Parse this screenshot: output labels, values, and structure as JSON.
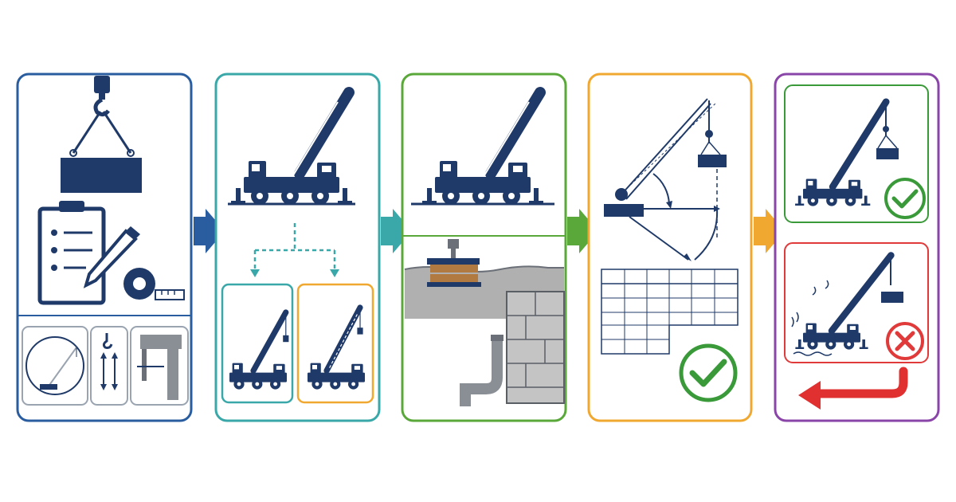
{
  "diagram": {
    "steps": [
      {
        "name": "step-plan",
        "color": "#2a5d9f",
        "icons": [
          "hook-icon",
          "load-icon",
          "clipboard-icon",
          "pencil-icon",
          "tape-measure-icon",
          "radius-diagram-icon",
          "hook-height-icon",
          "obstruction-icon"
        ]
      },
      {
        "name": "step-select-crane",
        "color": "#3aa8a8",
        "icons": [
          "crane-icon",
          "dashed-branch-arrow-icon",
          "crane-option-a-icon",
          "crane-option-b-icon"
        ]
      },
      {
        "name": "step-ground-setup",
        "color": "#5aa83a",
        "icons": [
          "crane-outriggers-icon",
          "outrigger-pad-icon",
          "ground-section-icon",
          "pipe-icon",
          "wall-icon"
        ]
      },
      {
        "name": "step-load-chart-check",
        "color": "#f0a830",
        "icons": [
          "crane-lift-geometry-icon",
          "load-chart-table-icon",
          "check-icon"
        ]
      },
      {
        "name": "step-verify-lift",
        "color": "#8a45a8",
        "icons": [
          "crane-safe-lift-icon",
          "check-icon",
          "crane-unstable-lift-icon",
          "cross-icon",
          "return-arrow-icon"
        ]
      }
    ],
    "arrows": [
      "#2a5d9f",
      "#3aa8a8",
      "#5aa83a",
      "#f0a830"
    ],
    "colors": {
      "navy": "#1f3a68",
      "check_green": "#3a9a3a",
      "fail_red": "#e03a3a",
      "return_arrow": "#e03030",
      "inner_teal": "#3aa8a8",
      "inner_orange": "#f0a830",
      "ground_gray": "#b0b0b0"
    }
  }
}
